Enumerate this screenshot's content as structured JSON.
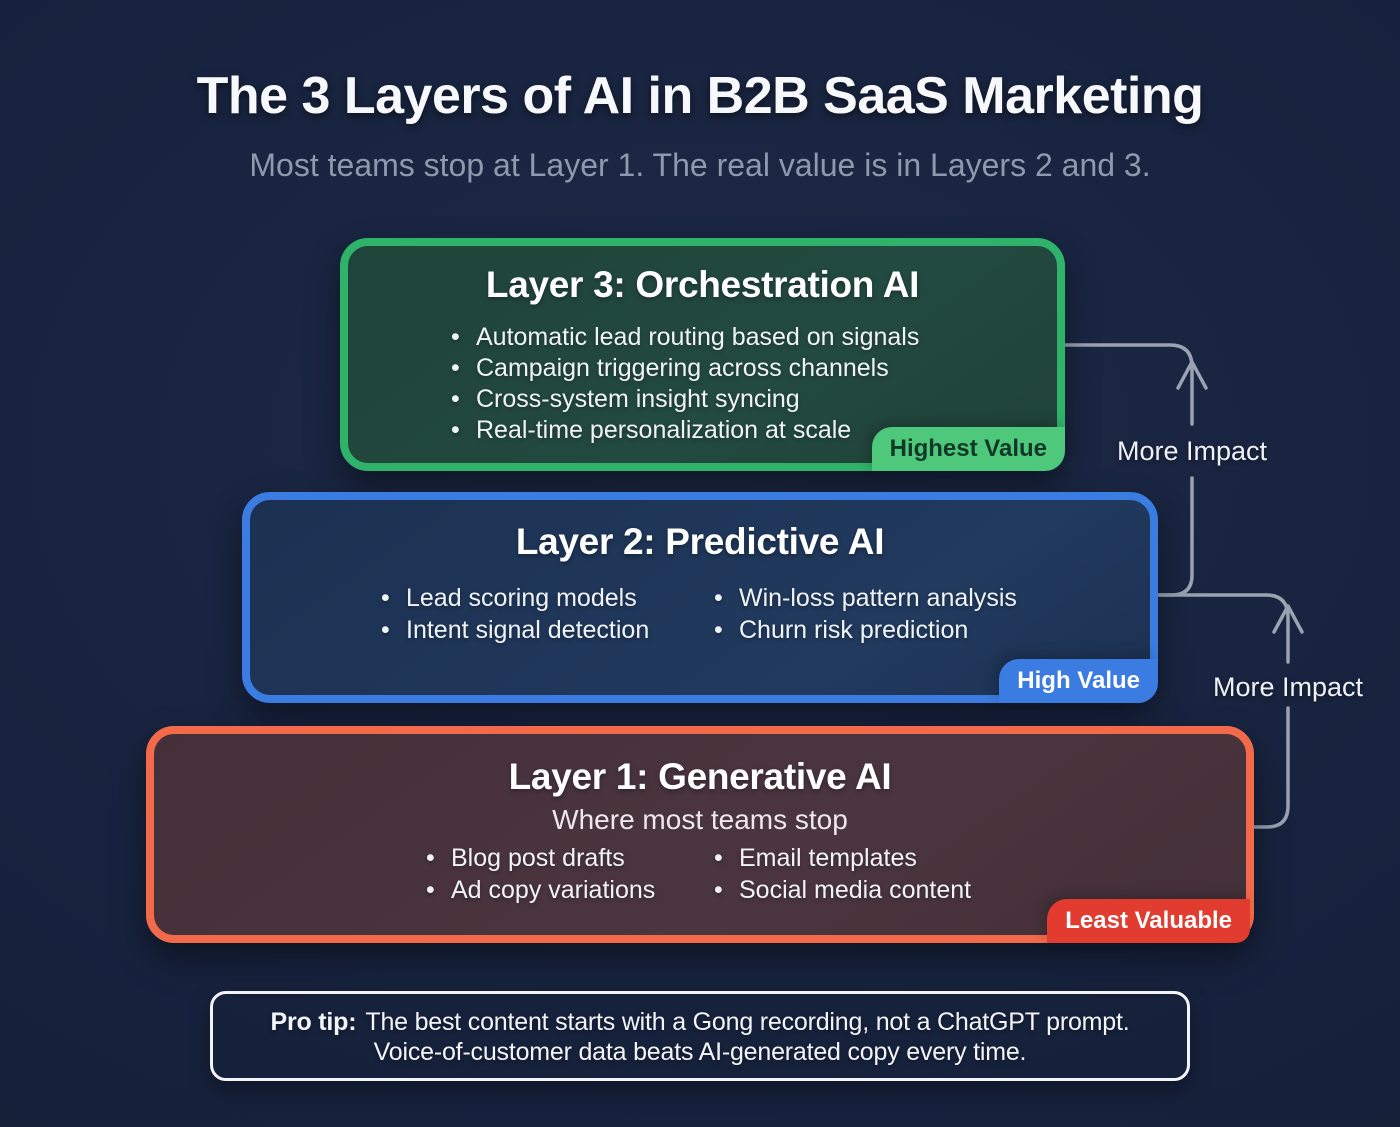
{
  "page": {
    "title": "The 3 Layers of AI in B2B SaaS Marketing",
    "subtitle": "Most teams stop at Layer 1. The real value is in Layers 2 and 3."
  },
  "layers": [
    {
      "title": "Layer 3: Orchestration AI",
      "badge": "Highest Value",
      "bullets": [
        "Automatic lead routing based on signals",
        "Campaign triggering across channels",
        "Cross-system insight syncing",
        "Real-time personalization at scale"
      ],
      "colors": {
        "border": "#2fb269",
        "fill": "#20443b",
        "badge_bg": "#4ec87b",
        "badge_text": "#123828"
      }
    },
    {
      "title": "Layer 2: Predictive AI",
      "badge": "High Value",
      "col1": [
        "Lead scoring models",
        "Intent signal detection"
      ],
      "col2": [
        "Win-loss pattern analysis",
        "Churn risk prediction"
      ],
      "colors": {
        "border": "#3a7ce1",
        "fill": "#1d3254",
        "badge_bg": "#3a7ce1",
        "badge_text": "#ffffff"
      }
    },
    {
      "title": "Layer 1: Generative AI",
      "subtitle": "Where most teams stop",
      "badge": "Least Valuable",
      "col1": [
        "Blog post drafts",
        "Ad copy variations"
      ],
      "col2": [
        "Email templates",
        "Social media content"
      ],
      "colors": {
        "border": "#f26a4a",
        "fill": "#47323b",
        "badge_bg": "#e23b30",
        "badge_text": "#ffffff"
      }
    }
  ],
  "connectors": [
    {
      "label": "More Impact"
    },
    {
      "label": "More Impact"
    }
  ],
  "pro_tip": {
    "label": "Pro tip:",
    "line1": "The best content starts with a Gong recording, not a ChatGPT prompt.",
    "line2": "Voice-of-customer data beats AI-generated copy every time."
  },
  "colors": {
    "background": "#16213c",
    "connector_line": "#9aa3b1",
    "title_text": "#f6f8fb",
    "subtitle_text": "#8f99ad"
  }
}
